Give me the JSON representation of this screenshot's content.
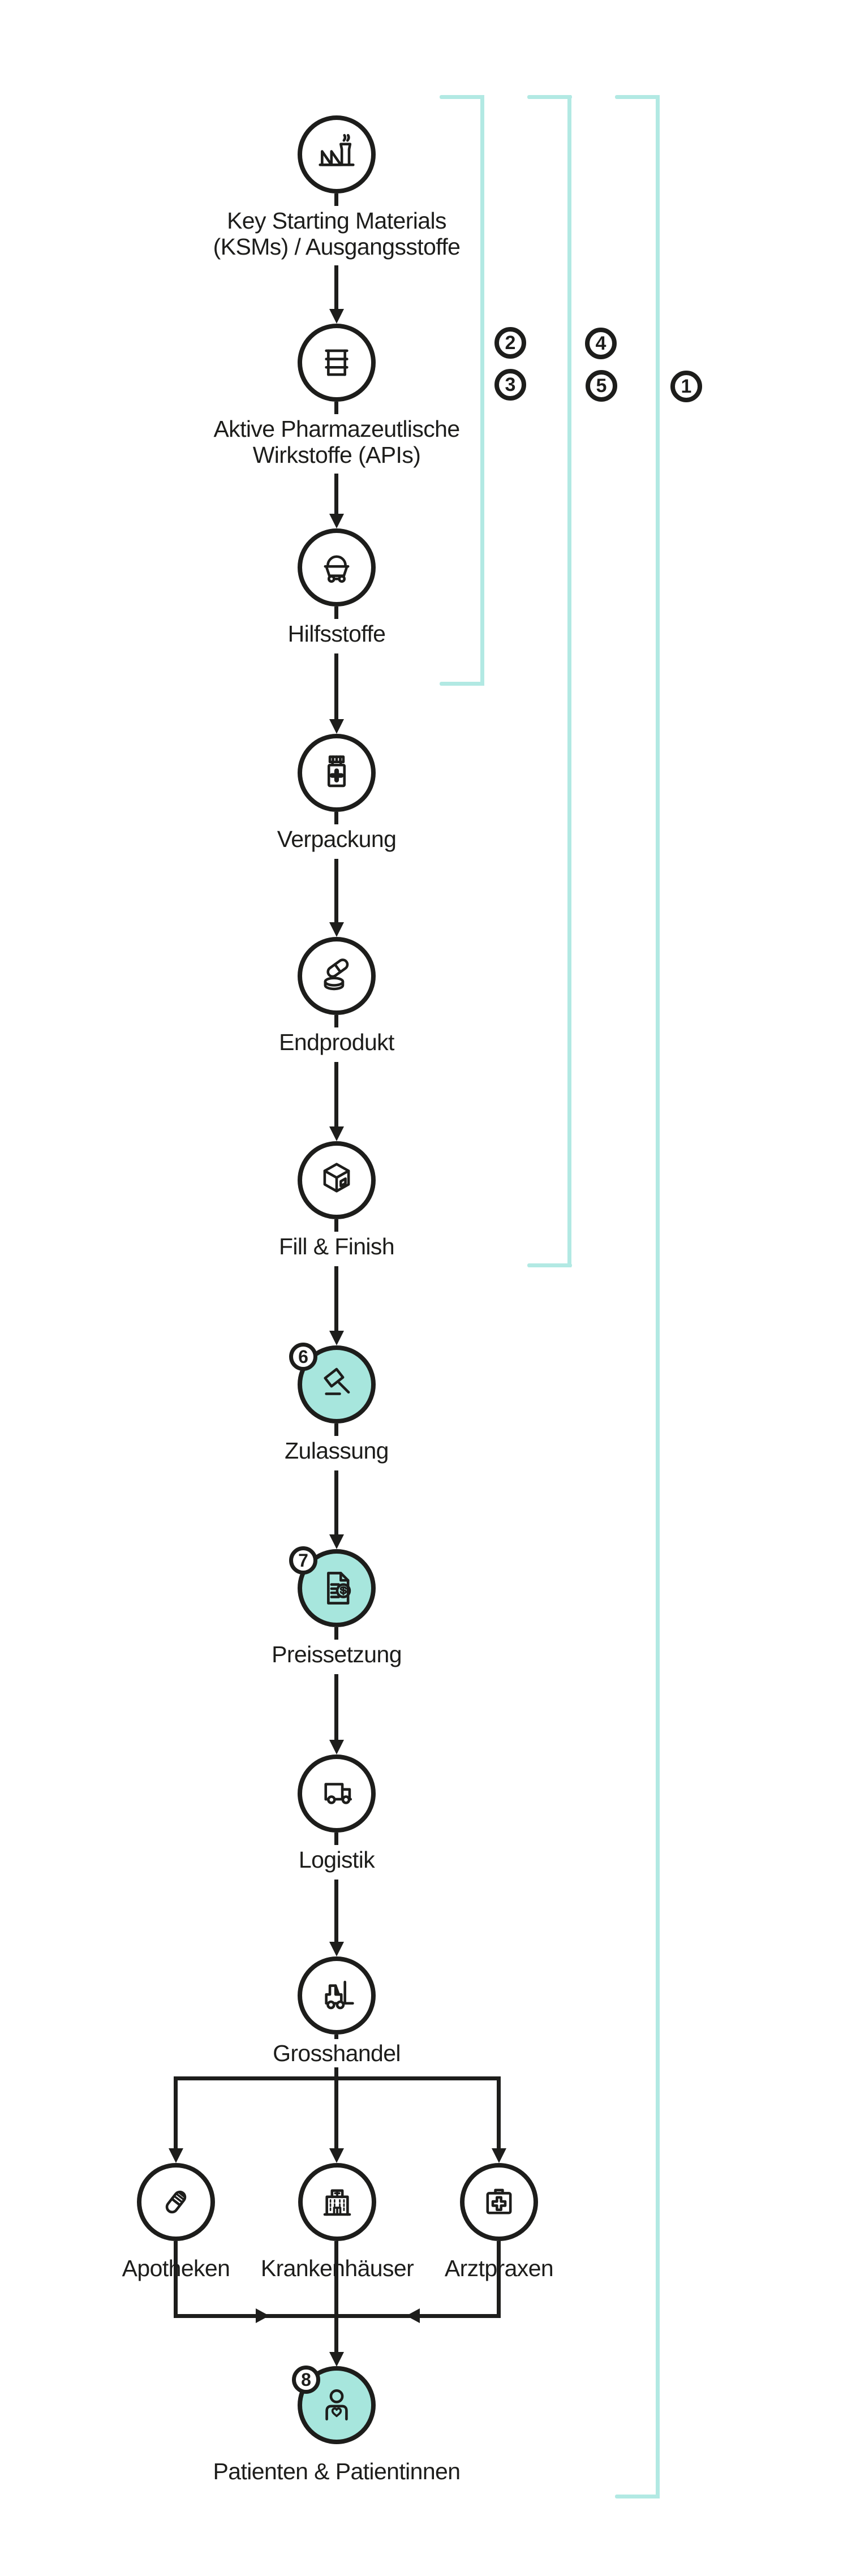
{
  "colors": {
    "ink": "#1d1d1b",
    "highlight_fill": "#a7e6dd",
    "bracket_line": "#b2e9e3",
    "background": "#ffffff"
  },
  "nodes": [
    {
      "id": "ksm",
      "icon": "factory-icon",
      "label_lines": [
        "Key Starting Materials",
        "(KSMs) / Ausgangsstoffe"
      ],
      "highlighted": false,
      "badge": ""
    },
    {
      "id": "apis",
      "icon": "oil-drum-icon",
      "label_lines": [
        "Aktive Pharmazeutlische",
        "Wirkstoffe (APIs)"
      ],
      "highlighted": false,
      "badge": ""
    },
    {
      "id": "hilfsstoffe",
      "icon": "mine-cart-icon",
      "label_lines": [
        "Hilfsstoffe"
      ],
      "highlighted": false,
      "badge": ""
    },
    {
      "id": "verpackung",
      "icon": "medicine-bottle-icon",
      "label_lines": [
        "Verpackung"
      ],
      "highlighted": false,
      "badge": ""
    },
    {
      "id": "endprodukt",
      "icon": "pills-icon",
      "label_lines": [
        "Endprodukt"
      ],
      "highlighted": false,
      "badge": ""
    },
    {
      "id": "fill-finish",
      "icon": "package-box-icon",
      "label_lines": [
        "Fill & Finish"
      ],
      "highlighted": false,
      "badge": ""
    },
    {
      "id": "zulassung",
      "icon": "gavel-icon",
      "label_lines": [
        "Zulassung"
      ],
      "highlighted": true,
      "badge": "6"
    },
    {
      "id": "preissetzung",
      "icon": "price-document-icon",
      "label_lines": [
        "Preissetzung"
      ],
      "highlighted": true,
      "badge": "7"
    },
    {
      "id": "logistik",
      "icon": "delivery-truck-icon",
      "label_lines": [
        "Logistik"
      ],
      "highlighted": false,
      "badge": ""
    },
    {
      "id": "grosshandel",
      "icon": "forklift-icon",
      "label_lines": [
        "Grosshandel"
      ],
      "highlighted": false,
      "badge": ""
    },
    {
      "id": "apotheken",
      "icon": "capsule-icon",
      "label_lines": [
        "Apotheken"
      ],
      "highlighted": false,
      "badge": ""
    },
    {
      "id": "krankenhaeuser",
      "icon": "hospital-icon",
      "label_lines": [
        "Krankenhäuser"
      ],
      "highlighted": false,
      "badge": ""
    },
    {
      "id": "arztpraxen",
      "icon": "first-aid-kit-icon",
      "label_lines": [
        "Arztpraxen"
      ],
      "highlighted": false,
      "badge": ""
    },
    {
      "id": "patienten",
      "icon": "patient-heart-icon",
      "label_lines": [
        "Patienten & Patientinnen"
      ],
      "highlighted": true,
      "badge": "8"
    }
  ],
  "markers": [
    "2",
    "3",
    "4",
    "5",
    "1"
  ]
}
